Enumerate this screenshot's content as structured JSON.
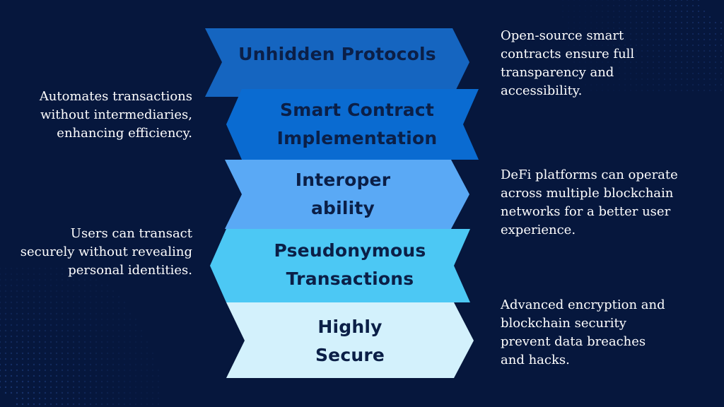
{
  "steps": [
    {
      "title": "Unhidden Protocols",
      "color": "#1565c0",
      "direction": "right"
    },
    {
      "title": "Smart Contract Implementation",
      "title_line1": "Smart Contract",
      "title_line2": "Implementation",
      "color": "#0a6bd1",
      "direction": "left"
    },
    {
      "title": "Interoperability",
      "title_line1": "Interoper",
      "title_line2": "ability",
      "color": "#5aa9f5",
      "direction": "right"
    },
    {
      "title": "Pseudonymous Transactions",
      "title_line1": "Pseudonymous",
      "title_line2": "Transactions",
      "color": "#4cc8f4",
      "direction": "left"
    },
    {
      "title": "Highly Secure",
      "title_line1": "Highly",
      "title_line2": "Secure",
      "color": "#d3f1fc",
      "direction": "right"
    }
  ],
  "descriptions": {
    "open_source": [
      "Open-source smart",
      "contracts ensure full",
      "transparency and",
      "accessibility."
    ],
    "automates": [
      "Automates transactions",
      "without intermediaries,",
      "enhancing efficiency."
    ],
    "defi": [
      "DeFi platforms can operate",
      "across multiple blockchain",
      "networks for a better user",
      "experience."
    ],
    "users": [
      "Users can transact",
      "securely without revealing",
      "personal identities."
    ],
    "advanced": [
      "Advanced encryption and",
      "blockchain security",
      "prevent data breaches",
      "and hacks."
    ]
  },
  "colors": {
    "background": "#06173d",
    "dots": "#1d3a78",
    "label_text": "#0b1f47",
    "desc_text": "#ffffff"
  }
}
